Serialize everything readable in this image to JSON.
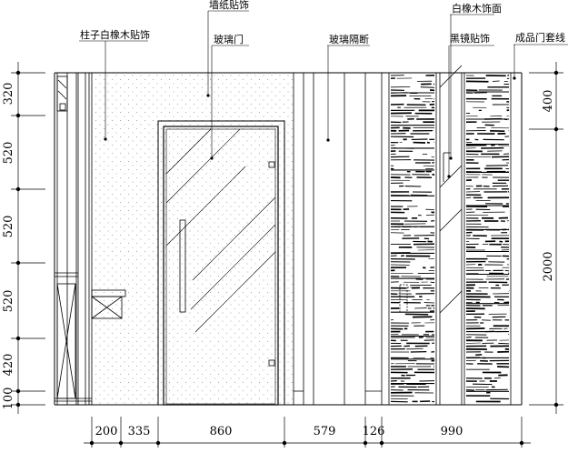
{
  "labels": {
    "column_veneer": "柱子白橡木贴饰",
    "wallpaper": "墙纸贴饰",
    "glass_door": "玻璃门",
    "glass_partition": "玻璃隔断",
    "white_oak_face": "白橡木饰面",
    "black_mirror": "黑镜贴饰",
    "door_frame": "成品门套线"
  },
  "dims_left": [
    "320",
    "520",
    "520",
    "520",
    "420",
    "100"
  ],
  "dims_right": [
    "400",
    "2000"
  ],
  "dims_bottom": [
    "200",
    "335",
    "860",
    "579",
    "126",
    "990"
  ]
}
